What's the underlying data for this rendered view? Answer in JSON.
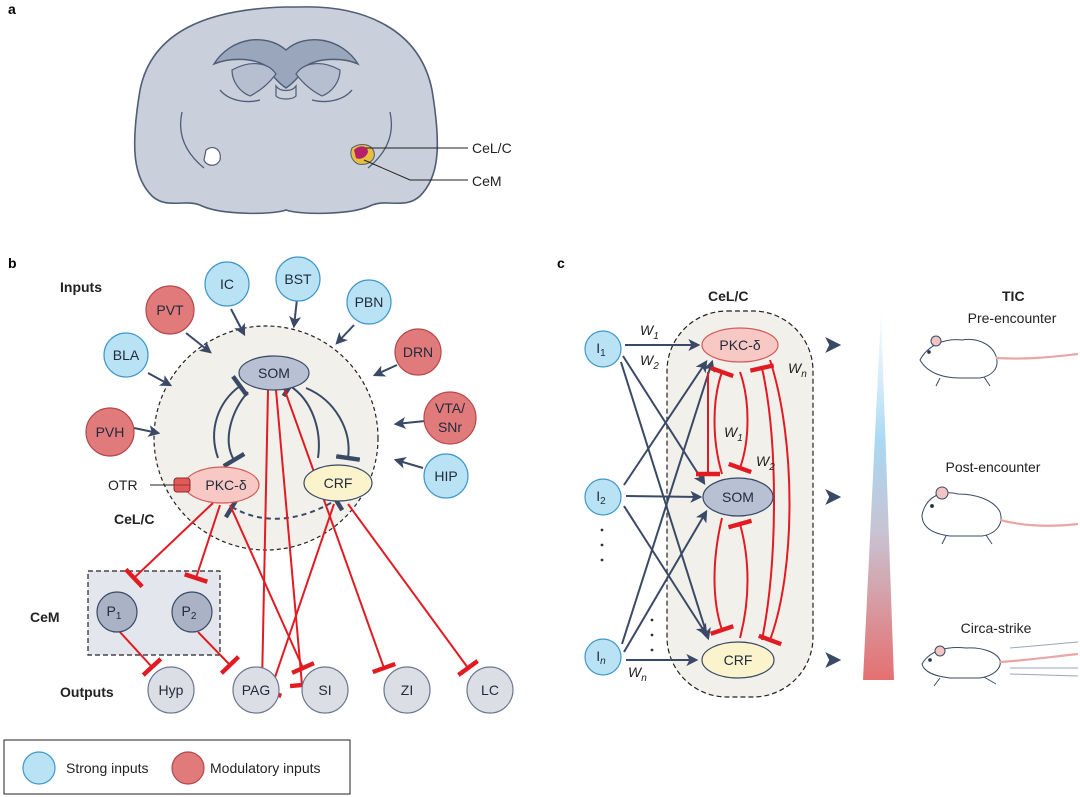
{
  "panels": {
    "a": "a",
    "b": "b",
    "c": "c"
  },
  "panel_a": {
    "labels": {
      "cel_c": "CeL/C",
      "cem": "CeM"
    }
  },
  "panel_b": {
    "section_labels": {
      "inputs": "Inputs",
      "cel_c": "CeL/C",
      "cem": "CeM",
      "outputs": "Outputs"
    },
    "inputs": [
      {
        "id": "pvt",
        "label": "PVT",
        "kind": "modulatory"
      },
      {
        "id": "ic",
        "label": "IC",
        "kind": "strong"
      },
      {
        "id": "bst",
        "label": "BST",
        "kind": "strong"
      },
      {
        "id": "pbn",
        "label": "PBN",
        "kind": "strong"
      },
      {
        "id": "bla",
        "label": "BLA",
        "kind": "strong"
      },
      {
        "id": "drn",
        "label": "DRN",
        "kind": "modulatory"
      },
      {
        "id": "vta",
        "label": "VTA/",
        "label2": "SNr",
        "kind": "modulatory"
      },
      {
        "id": "pvh",
        "label": "PVH",
        "kind": "modulatory"
      },
      {
        "id": "hip",
        "label": "HIP",
        "kind": "strong"
      }
    ],
    "cel_nodes": {
      "som": "SOM",
      "pkc": "PKC-δ",
      "crf": "CRF"
    },
    "otr": "OTR",
    "cem_nodes": [
      {
        "id": "p1",
        "label": "P",
        "sub": "1"
      },
      {
        "id": "p2",
        "label": "P",
        "sub": "2"
      }
    ],
    "outputs": [
      "Hyp",
      "PAG",
      "SI",
      "ZI",
      "LC"
    ]
  },
  "panel_c": {
    "cel_title": "CeL/C",
    "tic_title": "TIC",
    "inputs": [
      {
        "label": "I",
        "sub": "1"
      },
      {
        "label": "I",
        "sub": "2"
      },
      {
        "label": "I",
        "sub": "n"
      }
    ],
    "weights": {
      "w": "W",
      "w1": "1",
      "w2": "2",
      "wn": "n"
    },
    "cel_nodes": {
      "pkc": "PKC-δ",
      "som": "SOM",
      "crf": "CRF"
    },
    "stages": [
      "Pre-encounter",
      "Post-encounter",
      "Circa-strike"
    ]
  },
  "legend": {
    "strong": "Strong inputs",
    "modulatory": "Modulatory inputs"
  },
  "colors": {
    "strong_fill": "#b9e2f5",
    "strong_stroke": "#3f97c9",
    "modulatory_fill": "#e17b7b",
    "modulatory_stroke": "#b4474b",
    "inhibit_red": "#e21b23",
    "arrow_navy": "#3a4a66",
    "som_fill": "#b8c0d3",
    "pkc_fill": "#f8c9c4",
    "crf_fill": "#fbf3cc",
    "cel_region": "#f2f0ea",
    "brain_fill": "#c9cfdb",
    "brain_stroke": "#4f5d77",
    "cel_magenta": "#b51f6b",
    "cem_yellow": "#e7bf3d"
  }
}
